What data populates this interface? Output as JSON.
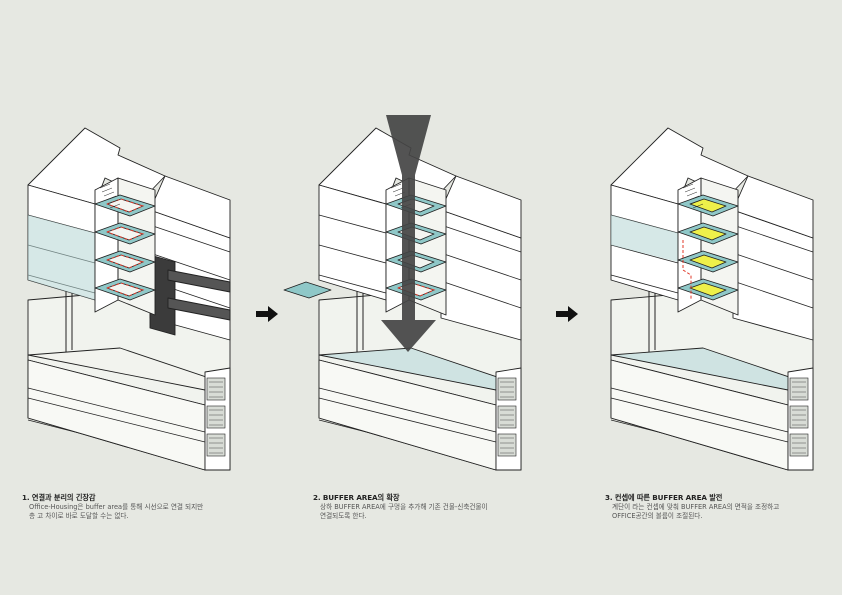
{
  "colors": {
    "background": "#e6e8e2",
    "buffer_teal": "#8fc8c8",
    "buffer_teal_light": "#cfe3e2",
    "accent_yellow": "#eef04a",
    "arrow_dark": "#444444",
    "red_dash": "#e03a2a",
    "line": "#222222"
  },
  "diagrams": [
    {
      "id": "stage-1",
      "variant": "tension"
    },
    {
      "id": "stage-2",
      "variant": "expansion"
    },
    {
      "id": "stage-3",
      "variant": "development"
    }
  ],
  "arrows": [
    "right-arrow-icon",
    "right-arrow-icon"
  ],
  "captions": [
    {
      "title": "1. 연결과 분리의 긴장감",
      "lines": [
        "Office-Housing은 buffer area를 통해 시선으로 연결 되지만",
        "층 고 차이로 바로 도달할 수는 없다."
      ]
    },
    {
      "title": "2. BUFFER AREA의 확장",
      "lines": [
        "상하 BUFFER AREA에 구멍을 추가해 기존 건물-신축건물이",
        "연결되도록 한다."
      ]
    },
    {
      "title": "3. 컨셉에 따른 BUFFER AREA 발전",
      "lines": [
        "계단이 라는 컨셉에 맞춰 BUFFER AREA의 면적을 조정하고",
        "OFFICE공간의 볼륨이 조절된다."
      ]
    }
  ]
}
